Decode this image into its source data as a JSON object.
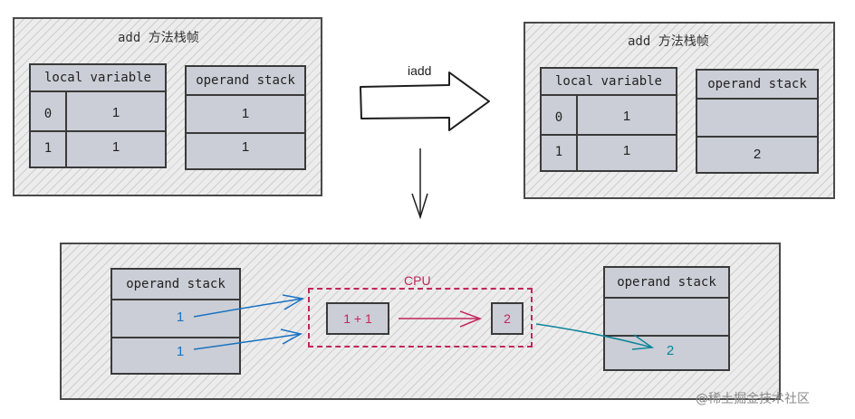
{
  "left_frame": {
    "title": "add 方法栈帧",
    "local_variable": {
      "header": "local variable",
      "rows": [
        {
          "index": "0",
          "value": "1"
        },
        {
          "index": "1",
          "value": "1"
        }
      ]
    },
    "operand_stack": {
      "header": "operand stack",
      "values": [
        "1",
        "1"
      ]
    }
  },
  "arrow_label": "iadd",
  "right_frame": {
    "title": "add 方法栈帧",
    "local_variable": {
      "header": "local variable",
      "rows": [
        {
          "index": "0",
          "value": "1"
        },
        {
          "index": "1",
          "value": "1"
        }
      ]
    },
    "operand_stack": {
      "header": "operand stack",
      "values": [
        "",
        "2"
      ]
    }
  },
  "bottom": {
    "input_stack": {
      "header": "operand stack",
      "values": [
        "1",
        "1"
      ]
    },
    "cpu": {
      "label": "CPU",
      "expression": "1 + 1",
      "result": "2"
    },
    "output_stack": {
      "header": "operand stack",
      "value": "2"
    }
  },
  "watermark": "@稀土掘金技术社区",
  "colors": {
    "operand_in": "#1971c2",
    "cpu": "#c2255c",
    "result_out": "#0c8599",
    "table_fill": "#cbced6"
  }
}
